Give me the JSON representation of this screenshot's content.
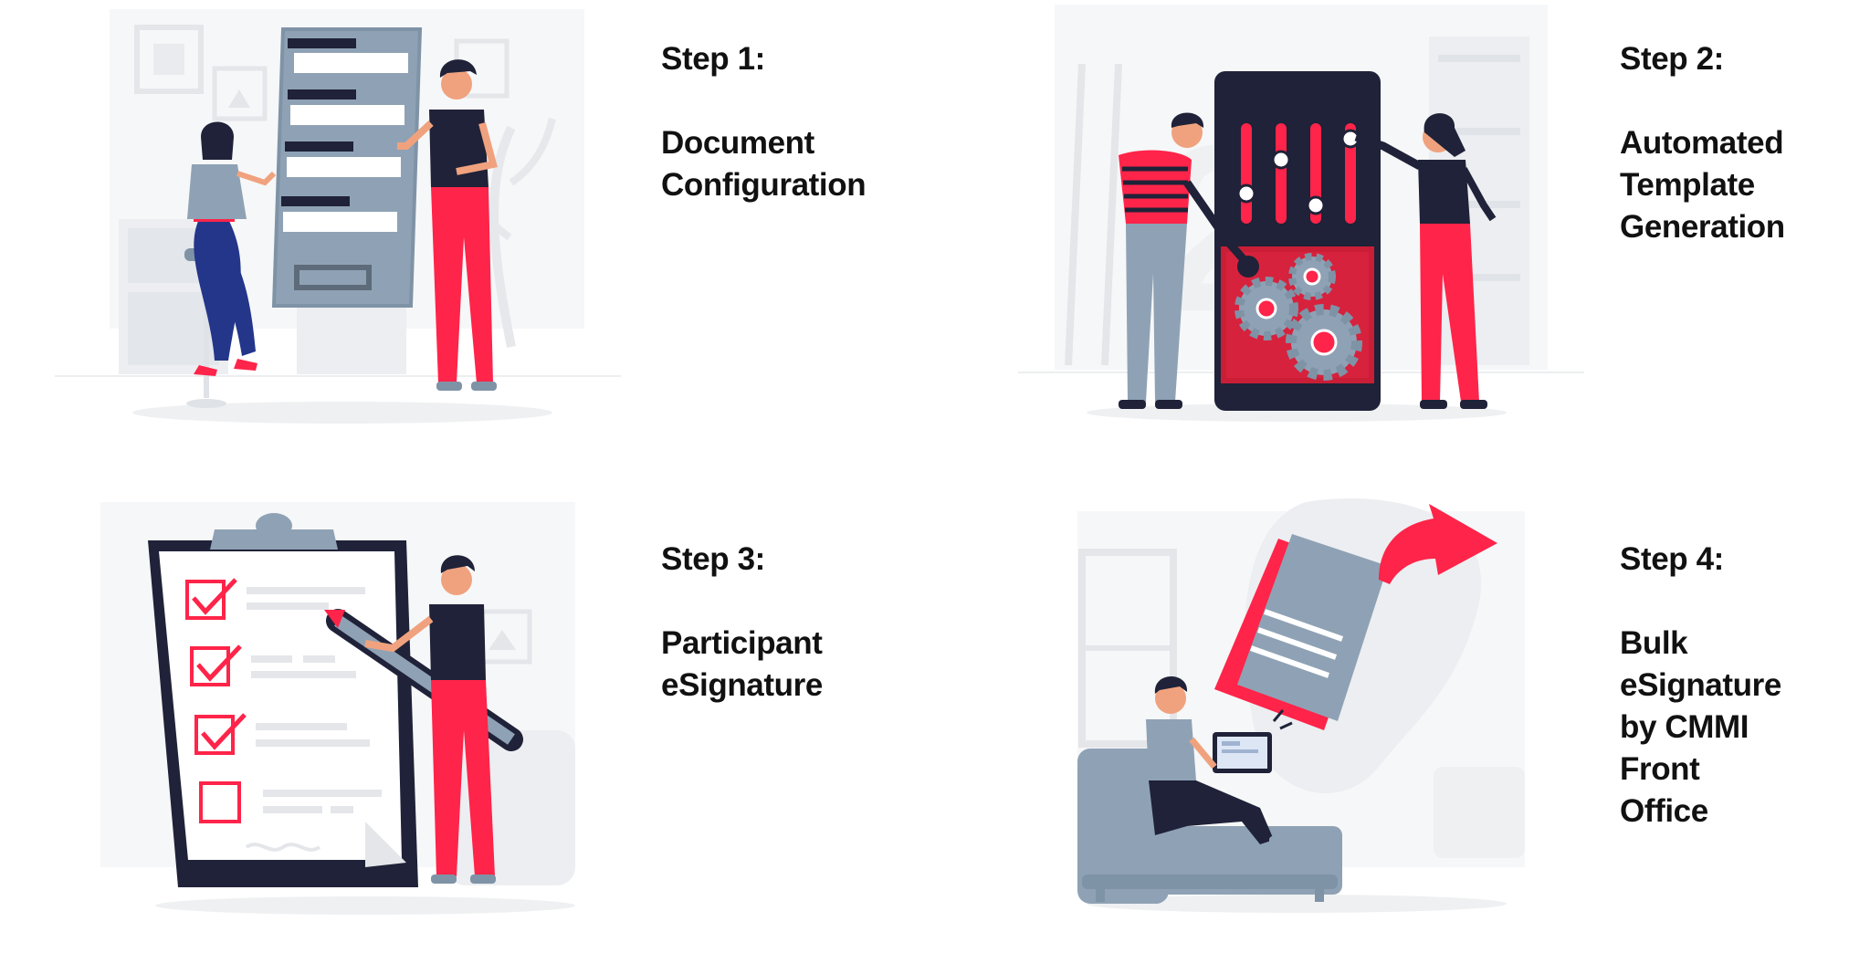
{
  "colors": {
    "accent": "#ff2449",
    "navy": "#1f2238",
    "steel": "#7f93a6",
    "light_bg": "#f1f2f4",
    "text": "#111111"
  },
  "steps": [
    {
      "label": "Step 1:",
      "description": "Document\nConfiguration",
      "illustration_icon": "document-configuration-illustration"
    },
    {
      "label": "Step 2:",
      "description": "Automated\nTemplate\nGeneration",
      "illustration_icon": "template-generation-illustration"
    },
    {
      "label": "Step 3:",
      "description": "Participant\neSignature",
      "illustration_icon": "checklist-signature-illustration"
    },
    {
      "label": "Step 4:",
      "description": "Bulk eSignature\nby CMMI Front\nOffice",
      "illustration_icon": "bulk-esignature-illustration"
    }
  ]
}
